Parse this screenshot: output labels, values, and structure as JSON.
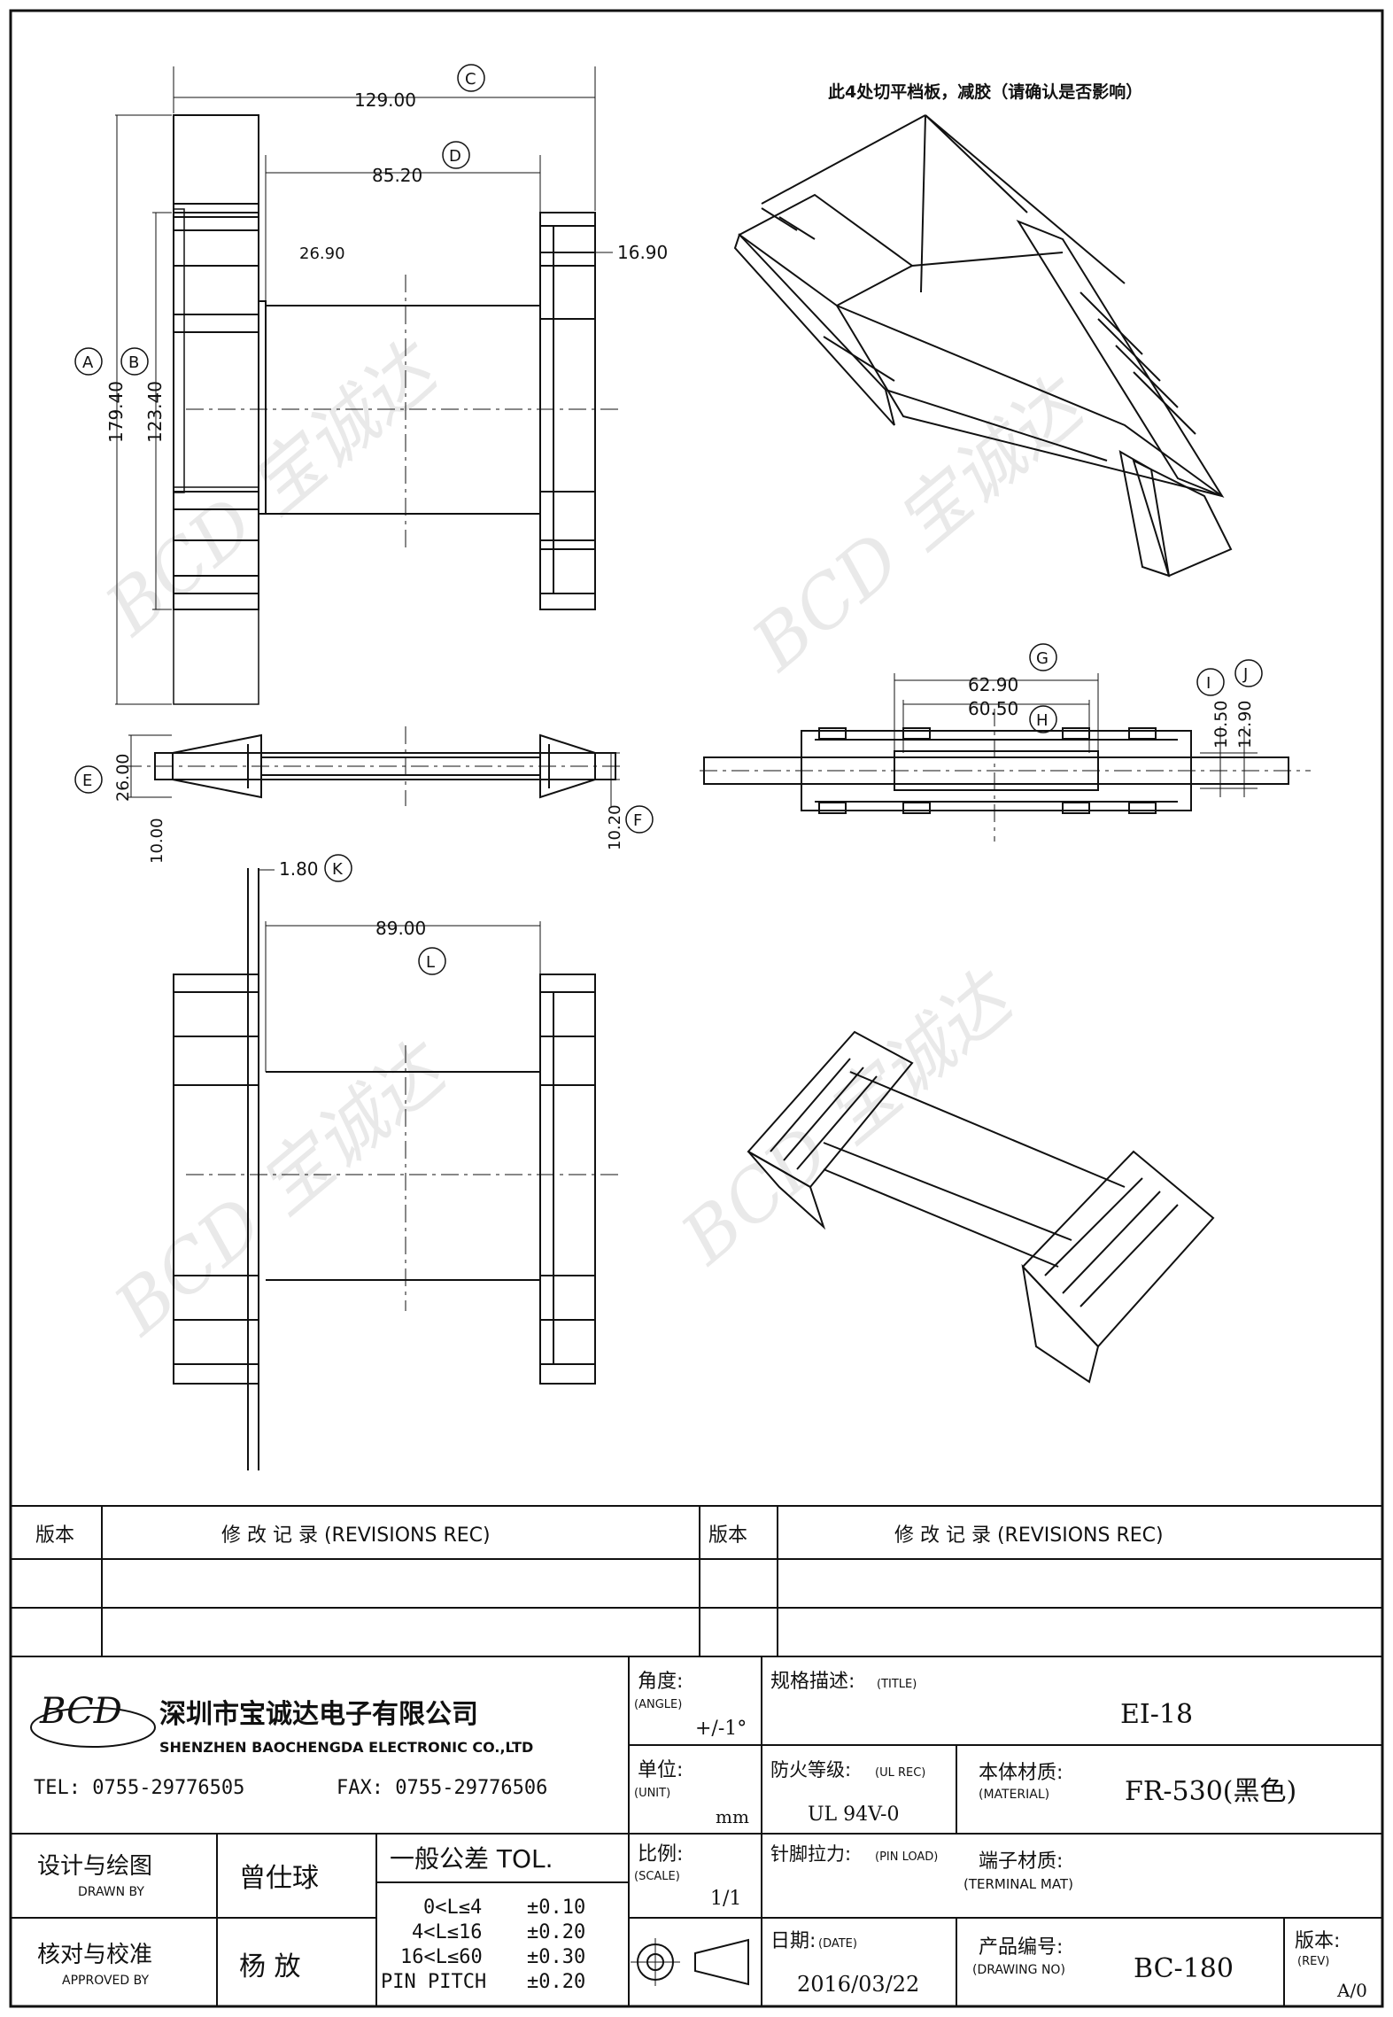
{
  "dims": {
    "A": {
      "letter": "A",
      "value": "179.40"
    },
    "B": {
      "letter": "B",
      "value": "123.40"
    },
    "C": {
      "letter": "C",
      "value": "129.00"
    },
    "D": {
      "letter": "D",
      "value": "85.20"
    },
    "E": {
      "letter": "E",
      "value": "26.00"
    },
    "F": {
      "letter": "F",
      "value": "10.20"
    },
    "G": {
      "letter": "G",
      "value": "62.90"
    },
    "H": {
      "letter": "H",
      "value": "60.50"
    },
    "I": {
      "letter": "I",
      "value": "10.50"
    },
    "J": {
      "letter": "J",
      "value": "12.90"
    },
    "K": {
      "letter": "K",
      "value": "1.80"
    },
    "L": {
      "letter": "L",
      "value": "89.00"
    },
    "inner_left": "26.90",
    "inner_right": "16.90",
    "side_10": "10.00"
  },
  "note": "此4处切平档板，减胶（请确认是否影响）",
  "watermark": "BCD 宝诚达",
  "revisions": {
    "col_ver": "版本",
    "col_rec": "修 改 记 录 (REVISIONS REC)"
  },
  "company": {
    "logo": "BCD",
    "name_cn": "深圳市宝诚达电子有限公司",
    "name_en": "SHENZHEN BAOCHENGDA ELECTRONIC CO.,LTD",
    "tel": "TEL: 0755-29776505",
    "fax": "FAX: 0755-29776506"
  },
  "angle": {
    "label": "角度:",
    "sub": "(ANGLE)",
    "value": "+/-1°"
  },
  "unit": {
    "label": "单位:",
    "sub": "(UNIT)",
    "value": "mm"
  },
  "scale": {
    "label": "比例:",
    "sub": "(SCALE)",
    "value": "1/1"
  },
  "title": {
    "label": "规格描述:",
    "sub": "(TITLE)",
    "value": "EI-18"
  },
  "ul": {
    "label": "防火等级:",
    "sub": "(UL REC)",
    "value": "UL 94V-0"
  },
  "material": {
    "label": "本体材质:",
    "sub": "(MATERIAL)",
    "value": "FR-530(黑色)"
  },
  "pin_load": {
    "label": "针脚拉力:",
    "sub": "(PIN LOAD)",
    "value": ""
  },
  "terminal": {
    "label": "端子材质:",
    "sub": "(TERMINAL MAT)",
    "value": ""
  },
  "date": {
    "label": "日期:",
    "sub": "(DATE)",
    "value": "2016/03/22"
  },
  "drawing_no": {
    "label": "产品编号:",
    "sub": "(DRAWING NO)",
    "value": "BC-180"
  },
  "rev": {
    "label": "版本:",
    "sub": "(REV)",
    "value": "A/0"
  },
  "drawn": {
    "label": "设计与绘图",
    "sub": "DRAWN BY",
    "name": "曾仕球"
  },
  "approved": {
    "label": "核对与校准",
    "sub": "APPROVED BY",
    "name": "杨   放"
  },
  "tol": {
    "title": "一般公差 TOL.",
    "rows": [
      {
        "range": "0<L≤4",
        "value": "±0.10"
      },
      {
        "range": "4<L≤16",
        "value": "±0.20"
      },
      {
        "range": "16<L≤60",
        "value": "±0.30"
      },
      {
        "range": "PIN PITCH",
        "value": "±0.20"
      }
    ]
  }
}
